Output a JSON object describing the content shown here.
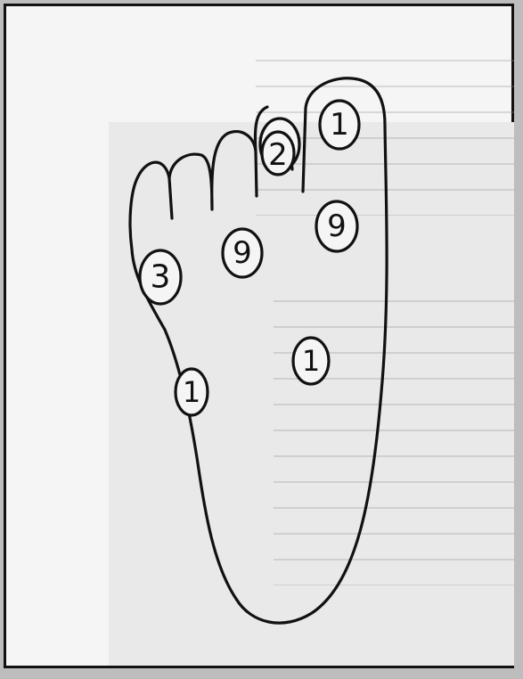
{
  "figure": {
    "type": "foot pressure/lesion location diagram",
    "outline_color": "#111111",
    "background_color": "#f5f5f5",
    "callouts": [
      {
        "id": "great-toe",
        "label": "1"
      },
      {
        "id": "second-toe",
        "label": "2"
      },
      {
        "id": "first-metatarsal-head",
        "label": "9"
      },
      {
        "id": "central-metatarsal-head",
        "label": "9"
      },
      {
        "id": "fifth-metatarsal-head",
        "label": "3"
      },
      {
        "id": "medial-midfoot",
        "label": "1"
      },
      {
        "id": "lateral-midfoot",
        "label": "1"
      }
    ]
  }
}
